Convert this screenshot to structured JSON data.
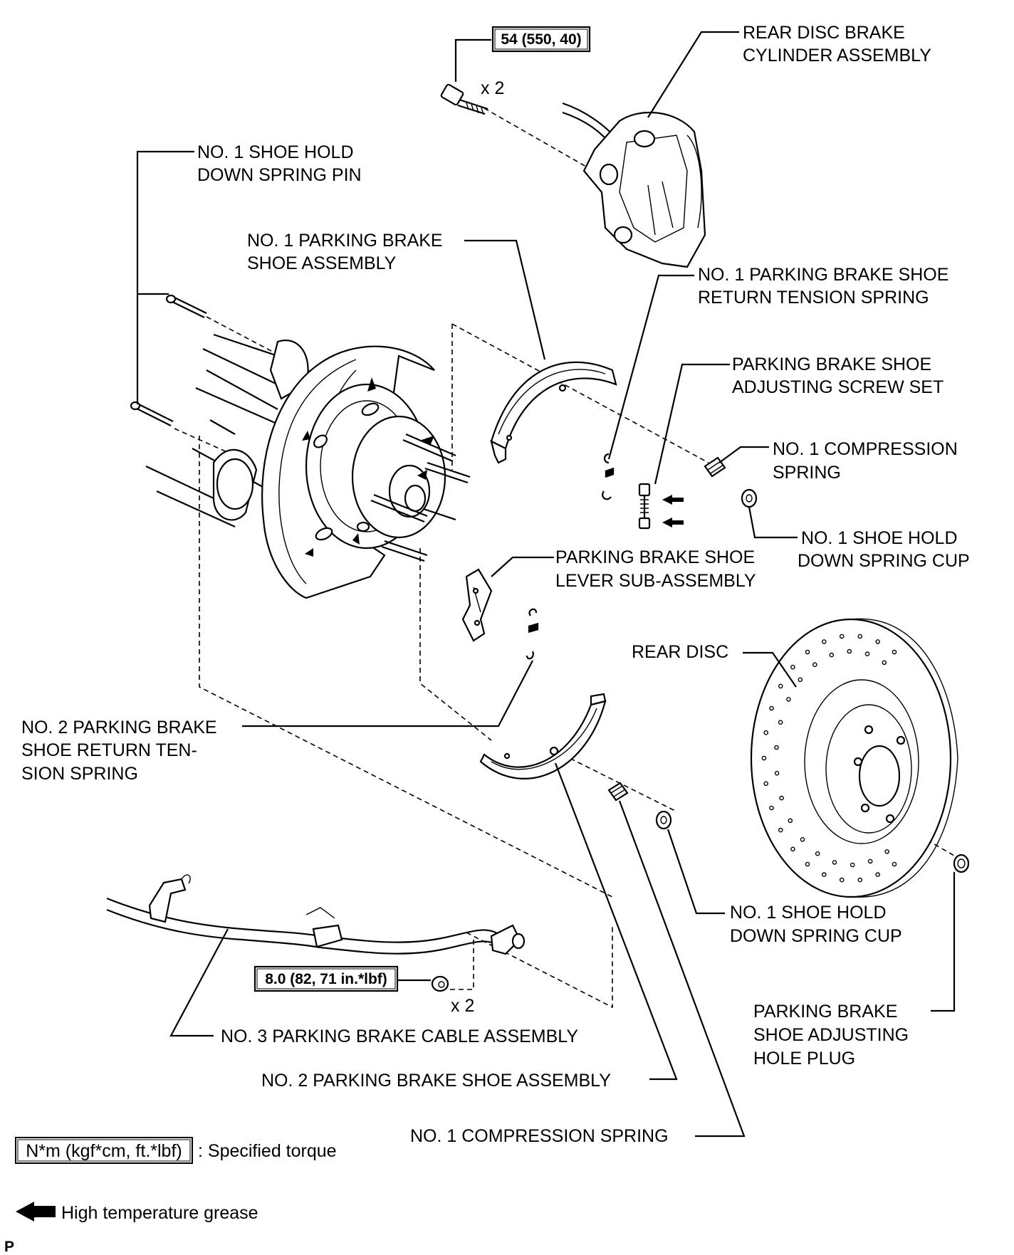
{
  "labels": {
    "caliper": [
      "REAR DISC BRAKE",
      "CYLINDER ASSEMBLY"
    ],
    "pin": [
      "NO. 1 SHOE HOLD",
      "DOWN SPRING PIN"
    ],
    "shoe1": [
      "NO. 1 PARKING BRAKE",
      "SHOE ASSEMBLY"
    ],
    "tension1": [
      "NO. 1 PARKING BRAKE SHOE",
      "RETURN TENSION SPRING"
    ],
    "adjuster": [
      "PARKING BRAKE SHOE",
      "ADJUSTING SCREW SET"
    ],
    "comp_upper": [
      "NO. 1 COMPRESSION",
      "SPRING"
    ],
    "cup_upper": [
      "NO. 1 SHOE HOLD",
      "DOWN SPRING CUP"
    ],
    "lever": [
      "PARKING BRAKE SHOE",
      "LEVER SUB-ASSEMBLY"
    ],
    "disc": [
      "REAR DISC"
    ],
    "tension2": [
      "NO. 2 PARKING BRAKE",
      "SHOE RETURN TEN-",
      "SION SPRING"
    ],
    "cup_lower": [
      "NO. 1 SHOE HOLD",
      "DOWN SPRING CUP"
    ],
    "plug": [
      "PARKING BRAKE",
      "SHOE ADJUSTING",
      "HOLE PLUG"
    ],
    "cable": [
      "NO. 3 PARKING BRAKE CABLE ASSEMBLY"
    ],
    "shoe2": [
      "NO. 2 PARKING BRAKE SHOE ASSEMBLY"
    ],
    "comp_lower": [
      "NO. 1 COMPRESSION SPRING"
    ]
  },
  "torques": {
    "caliper_bolt": "54 (550, 40)",
    "cable_nut": "8.0 (82, 71 in.*lbf)"
  },
  "quantities": {
    "caliper_bolt": "x 2",
    "cable_nut": "x 2"
  },
  "legend": {
    "torque_box": "N*m (kgf*cm, ft.*lbf)",
    "torque_text": ": Specified torque",
    "grease_text": "High temperature grease"
  },
  "corner_mark": "P"
}
